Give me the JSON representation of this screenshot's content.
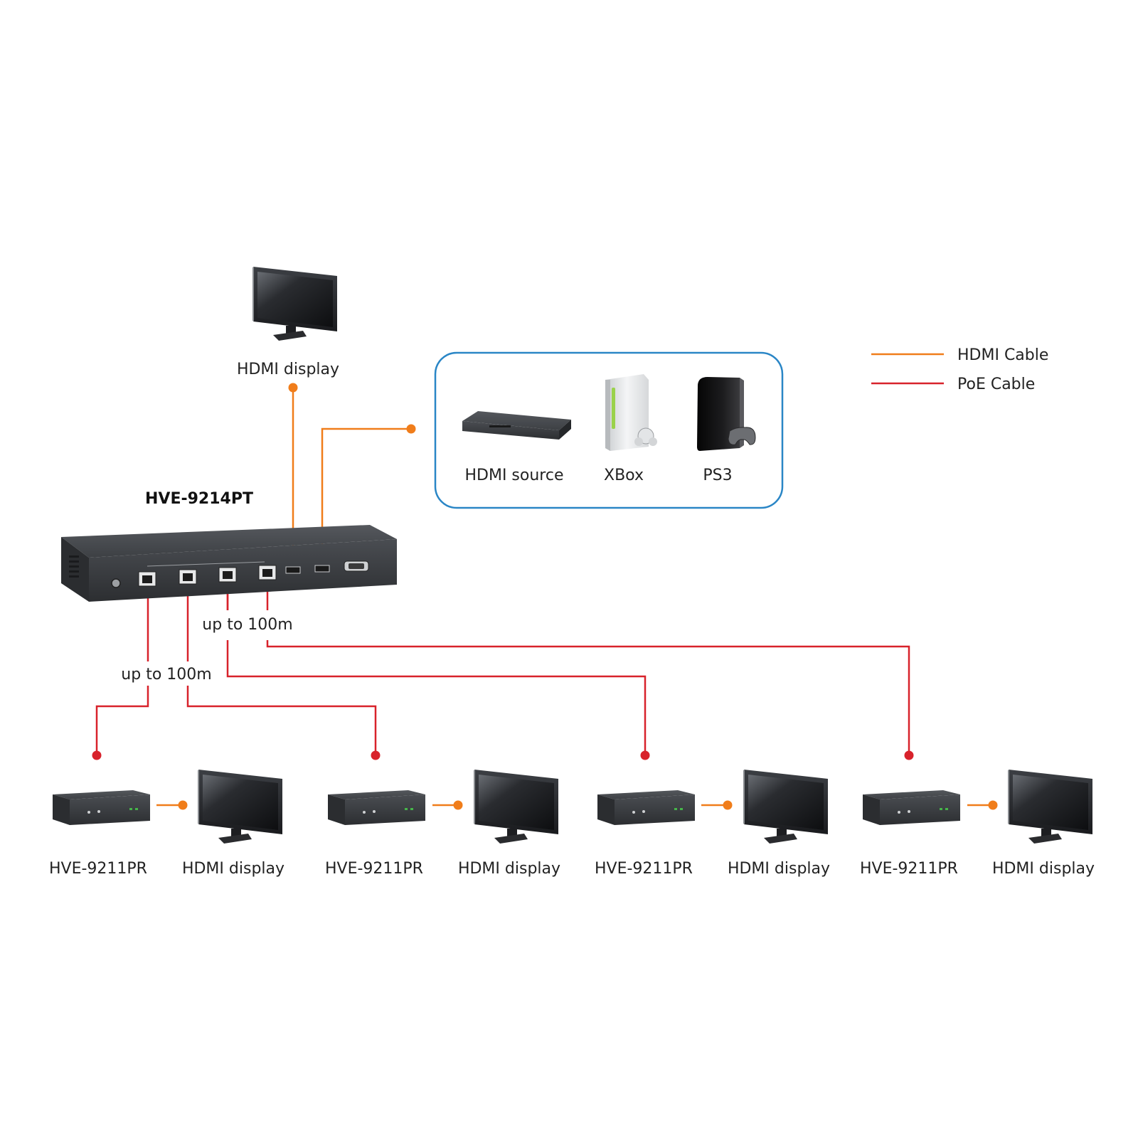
{
  "colors": {
    "hdmi_cable": "#f07d1a",
    "poe_cable": "#d8222b",
    "source_box_border": "#2a86c6",
    "device_body": "#3b3d40"
  },
  "transmitter": {
    "model": "HVE-9214PT"
  },
  "local_display": {
    "label": "HDMI display"
  },
  "sources": [
    {
      "label": "HDMI source",
      "icon": "hdmi-source-icon"
    },
    {
      "label": "XBox",
      "icon": "xbox-icon"
    },
    {
      "label": "PS3",
      "icon": "ps3-icon"
    }
  ],
  "legend": [
    {
      "label": "HDMI Cable",
      "color": "#f07d1a"
    },
    {
      "label": "PoE Cable",
      "color": "#d8222b"
    }
  ],
  "distance_labels": [
    "up to 100m",
    "up to 100m"
  ],
  "receivers": [
    {
      "model": "HVE-9211PR",
      "display": "HDMI display"
    },
    {
      "model": "HVE-9211PR",
      "display": "HDMI display"
    },
    {
      "model": "HVE-9211PR",
      "display": "HDMI display"
    },
    {
      "model": "HVE-9211PR",
      "display": "HDMI display"
    }
  ]
}
